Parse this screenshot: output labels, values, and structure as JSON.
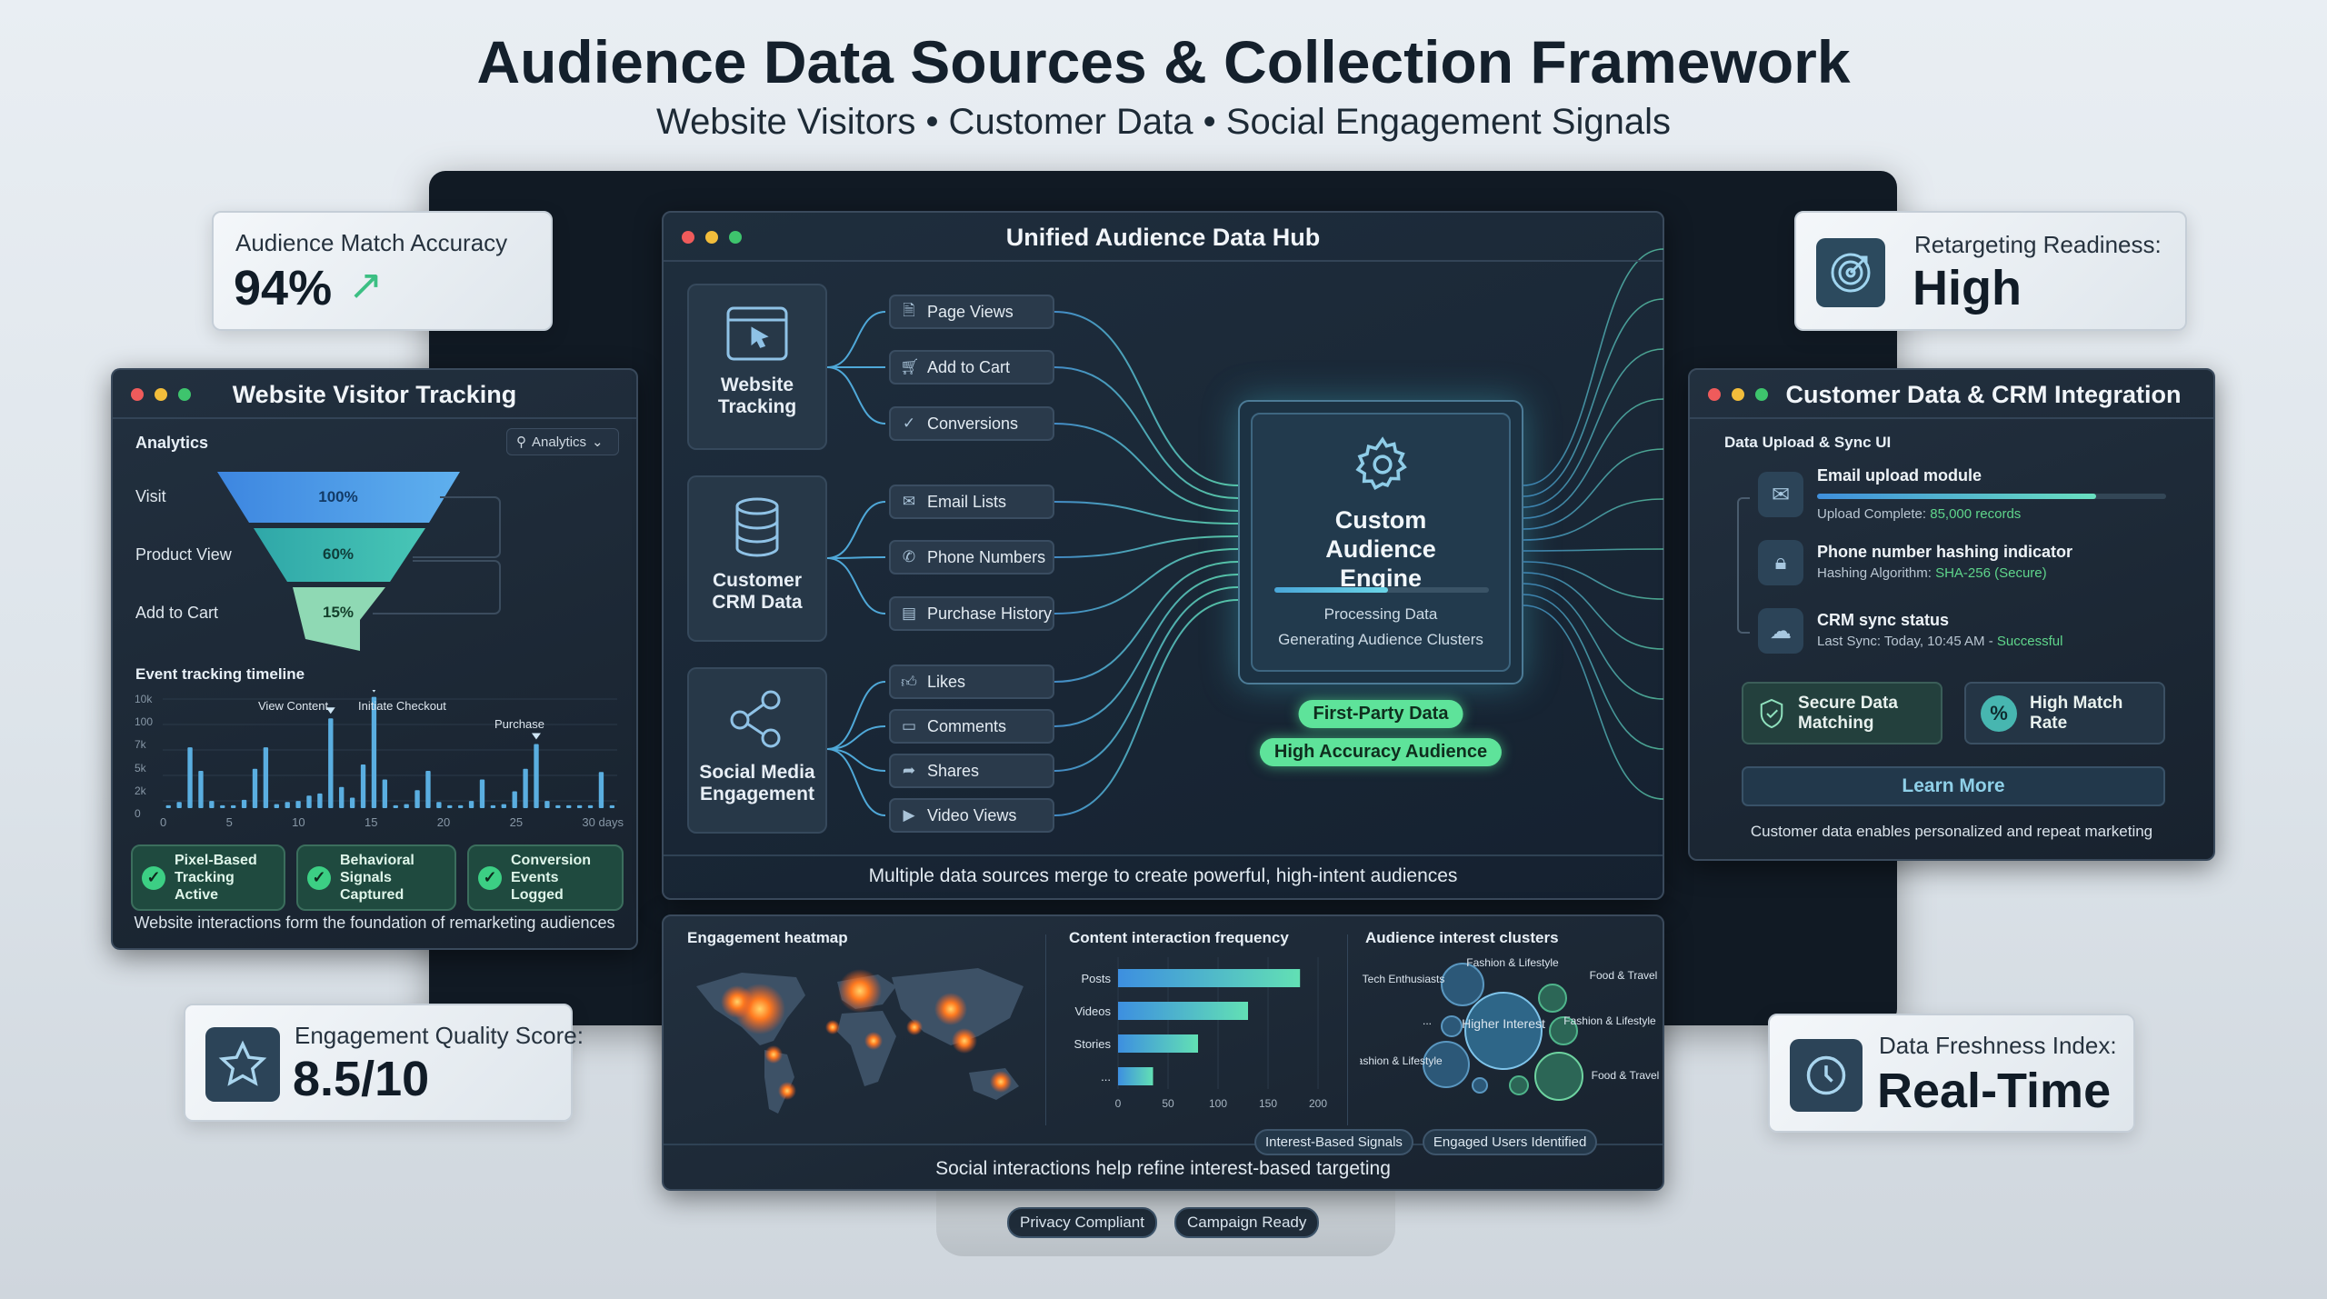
{
  "header": {
    "title": "Audience Data Sources & Collection Framework",
    "subtitle": "Website Visitors • Customer Data • Social Engagement Signals"
  },
  "stats": {
    "accuracy": {
      "label": "Audience Match Accuracy",
      "value": "94%",
      "icon": "arrow-up-right-icon"
    },
    "retargeting": {
      "label": "Retargeting Readiness:",
      "value": "High",
      "icon": "target-icon"
    },
    "engagement": {
      "label": "Engagement Quality Score:",
      "value": "8.5/10",
      "icon": "star-icon"
    },
    "freshness": {
      "label": "Data Freshness Index:",
      "value": "Real-Time",
      "icon": "clock-icon"
    }
  },
  "visitor_panel": {
    "title": "Website Visitor Tracking",
    "section": "Analytics",
    "dropdown": "Analytics",
    "funnel": [
      {
        "label": "Visit",
        "value": "100%"
      },
      {
        "label": "Product View",
        "value": "60%"
      },
      {
        "label": "Add to Cart",
        "value": "15%"
      }
    ],
    "timeline": {
      "title": "Event tracking timeline",
      "y_ticks": [
        "10k",
        "100",
        "7k",
        "5k",
        "2k",
        "0"
      ],
      "x_ticks": [
        "0",
        "5",
        "10",
        "15",
        "20",
        "25",
        "30 days"
      ],
      "markers": [
        "View Content",
        "Initiate Checkout",
        "Purchase"
      ]
    },
    "badges": [
      "Pixel-Based Tracking Active",
      "Behavioral Signals Captured",
      "Conversion Events Logged"
    ],
    "footer": "Website interactions form the foundation of remarketing audiences"
  },
  "hub": {
    "title": "Unified Audience Data Hub",
    "sources": [
      {
        "label": "Website Tracking",
        "icon": "browser-cursor-icon",
        "items": [
          {
            "label": "Page Views",
            "icon": "document-icon"
          },
          {
            "label": "Add to Cart",
            "icon": "cart-icon"
          },
          {
            "label": "Conversions",
            "icon": "check-icon"
          }
        ]
      },
      {
        "label": "Customer CRM Data",
        "icon": "database-icon",
        "items": [
          {
            "label": "Email Lists",
            "icon": "mail-icon"
          },
          {
            "label": "Phone Numbers",
            "icon": "phone-icon"
          },
          {
            "label": "Purchase History",
            "icon": "receipt-icon"
          }
        ]
      },
      {
        "label": "Social Media Engagement",
        "icon": "share-icon",
        "items": [
          {
            "label": "Likes",
            "icon": "thumbs-up-icon"
          },
          {
            "label": "Comments",
            "icon": "comment-icon"
          },
          {
            "label": "Shares",
            "icon": "share-arrow-icon"
          },
          {
            "label": "Video Views",
            "icon": "play-icon"
          }
        ]
      }
    ],
    "engine": {
      "title": "Custom Audience Engine",
      "status1": "Processing Data",
      "status2": "Generating Audience Clusters",
      "progress": 0.53
    },
    "badges": [
      "First-Party Data",
      "High Accuracy Audience"
    ],
    "footer": "Multiple data sources merge to create powerful, high-intent audiences"
  },
  "social_panel": {
    "heatmap_title": "Engagement heatmap",
    "clusters_title": "Audience interest clusters",
    "clusters": {
      "tech": "Tech Enthusiasts",
      "fashion_top": "Fashion & Lifestyle",
      "food_top": "Food & Travel",
      "fashion_right": "Fashion & Lifestyle",
      "fashion_left": "Fashion & Lifestyle",
      "food_bottom": "Food & Travel",
      "center": "Higher Interest",
      "more": "..."
    },
    "tags": [
      "Interest-Based Signals",
      "Engaged Users Identified"
    ],
    "footer": "Social interactions help refine interest-based targeting"
  },
  "crm_panel": {
    "title": "Customer Data & CRM Integration",
    "section": "Data Upload & Sync UI",
    "rows": [
      {
        "title": "Email upload module",
        "sub": "Upload Complete: ",
        "status": "85,000 records",
        "progress": 0.8,
        "icon": "mail-icon"
      },
      {
        "title": "Phone number hashing indicator",
        "sub": "Hashing Algorithm: ",
        "status": "SHA-256 (Secure)",
        "icon": "lock-icon"
      },
      {
        "title": "CRM sync status",
        "sub": "Last Sync: Today, 10:45 AM - ",
        "status": "Successful",
        "icon": "cloud-download-icon"
      }
    ],
    "features": [
      "Secure Data Matching",
      "High Match Rate"
    ],
    "button": "Learn More",
    "footer": "Customer data enables personalized and repeat marketing"
  },
  "stand_badges": [
    "Privacy Compliant",
    "Campaign Ready"
  ],
  "chart_data": [
    {
      "type": "bar",
      "title": "Event tracking timeline",
      "xlabel": "days",
      "x_range": [
        0,
        30
      ],
      "ylim": [
        0,
        10
      ],
      "y_unit": "k",
      "values": [
        0.1,
        0.4,
        5.5,
        3.3,
        0.5,
        0.1,
        0.1,
        0.6,
        3.5,
        5.5,
        0.2,
        0.4,
        0.5,
        1.0,
        1.2,
        8.2,
        1.8,
        0.8,
        3.9,
        10.2,
        2.5,
        0.1,
        0.2,
        1.5,
        3.3,
        0.4,
        0.1,
        0.1,
        0.5,
        2.5,
        0.1,
        0.2,
        1.4,
        3.5,
        5.8,
        0.5,
        0.1,
        0.1,
        0.1,
        0.1,
        3.2,
        0.1
      ],
      "marker_index": [
        15,
        19,
        34
      ]
    },
    {
      "type": "bar",
      "orientation": "horizontal",
      "title": "Content interaction frequency",
      "categories": [
        "Posts",
        "Videos",
        "Stories",
        "..."
      ],
      "values": [
        182,
        130,
        80,
        35
      ],
      "xlim": [
        0,
        200
      ],
      "x_ticks": [
        "0",
        "50",
        "100",
        "150",
        "200"
      ]
    }
  ]
}
